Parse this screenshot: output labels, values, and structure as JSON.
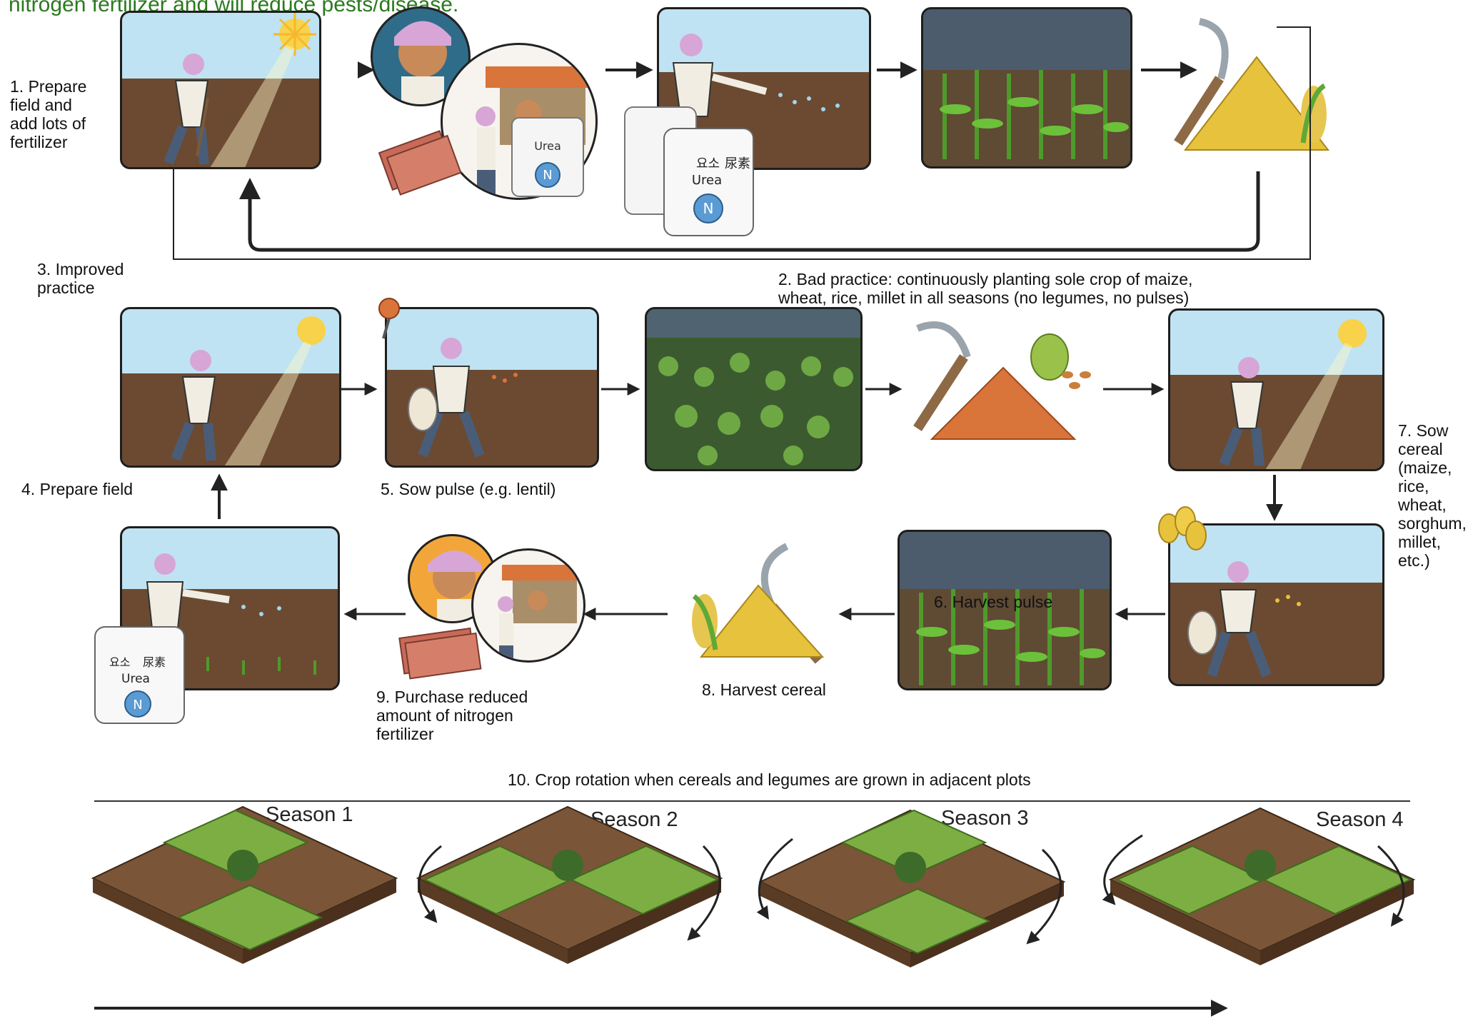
{
  "title_fragment": "nitrogen fertilizer and will reduce pests/disease.",
  "labels": {
    "step1": "1. Prepare\nfield and\nadd lots of\nfertilizer",
    "step2": "2. Bad practice: continuously planting sole crop of maize,\nwheat, rice, millet in all seasons (no legumes, no pulses)",
    "step3": "3. Improved\npractice",
    "step4": "4. Prepare field",
    "step5": "5. Sow pulse (e.g. lentil)",
    "step6": "6. Harvest pulse",
    "step7": "7. Sow\ncereal\n(maize,\nrice,\nwheat,\nsorghum,\nmillet,\netc.)",
    "step8": "8. Harvest cereal",
    "step9": "9. Purchase reduced\namount of nitrogen\nfertilizer",
    "step10": "10. Crop rotation when cereals and legumes are grown in adjacent plots"
  },
  "seasons": [
    "Season 1",
    "Season 2",
    "Season 3",
    "Season 4"
  ],
  "bag_text": {
    "korean": "요소",
    "chinese": "尿素",
    "urea": "Urea",
    "logo": "N"
  },
  "colors": {
    "title": "#2a7a1e",
    "sky": "#bfe3f2",
    "soil": "#6b4a31",
    "crop": "#4f9a2a",
    "grain": "#e7c23c",
    "pulse": "#d9743a",
    "arrow": "#222222"
  }
}
